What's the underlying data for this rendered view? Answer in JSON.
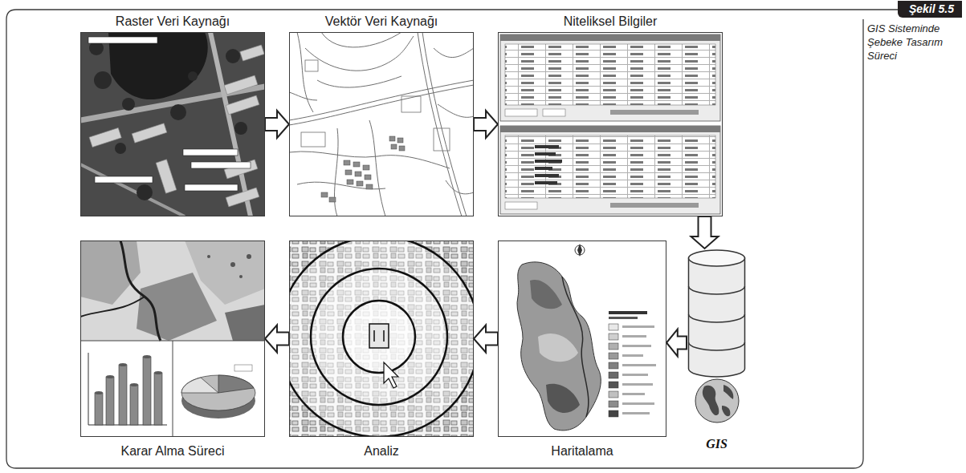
{
  "diagram": {
    "title": "Şekil 5.5",
    "caption": "GIS Sisteminde Şebeke Tasarım Süreci",
    "nodes": [
      {
        "text": [
          "Raster Veri Kaynağı"
        ]
      },
      {
        "text": [
          "Vektör Veri Kaynağı"
        ]
      },
      {
        "text": [
          "Niteliksel Bilgiler"
        ]
      },
      {
        "text": [
          "Karar Alma Süreci"
        ]
      },
      {
        "text": [
          "Analiz"
        ]
      },
      {
        "text": [
          "Haritalama"
        ]
      },
      {
        "text": [
          "GIS"
        ]
      }
    ],
    "edges": [
      {
        "from": 0,
        "to": 1,
        "arrow": "to"
      },
      {
        "from": 1,
        "to": 2,
        "arrow": "to"
      },
      {
        "from": 2,
        "to": 6,
        "arrow": "to"
      },
      {
        "from": 6,
        "to": 5,
        "arrow": "to"
      },
      {
        "from": 5,
        "to": 4,
        "arrow": "to"
      },
      {
        "from": 4,
        "to": 3,
        "arrow": "to"
      }
    ]
  }
}
